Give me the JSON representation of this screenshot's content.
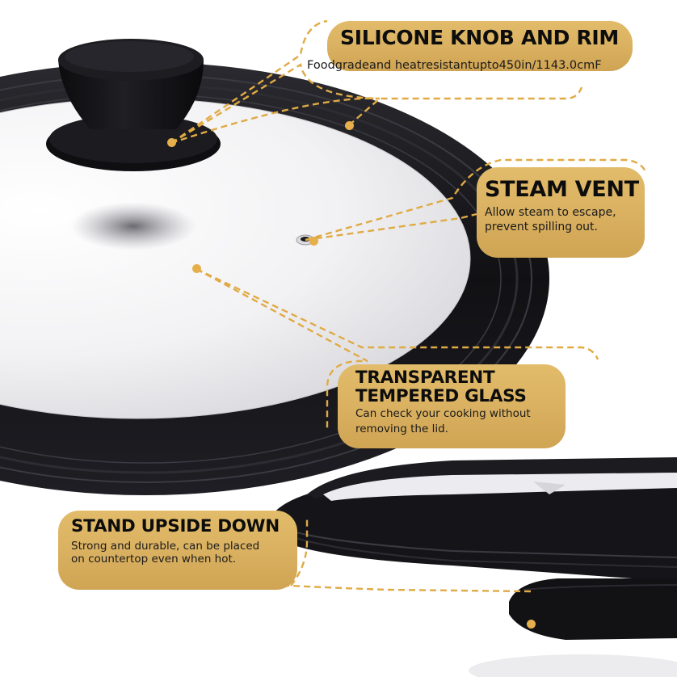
{
  "image": {
    "subject": "silicone-rim glass pot lid product infographic",
    "colors": {
      "callout_gold": "#d9b060",
      "connector_gold": "#e5b04c",
      "silicone_black": "#141418",
      "glass_white": "#f4f4f6",
      "background": "#ffffff"
    }
  },
  "callouts": [
    {
      "id": "knob",
      "title": "SILICONE KNOB AND RIM",
      "description": "Foodgradeand heatresistantupto450in/1143.0cmF"
    },
    {
      "id": "vent",
      "title": "STEAM VENT",
      "description_lines": [
        "Allow steam to escape,",
        "prevent spilling out."
      ]
    },
    {
      "id": "glass",
      "title_lines": [
        "TRANSPARENT",
        "TEMPERED GLASS"
      ],
      "description_lines": [
        "Can check your cooking without",
        "removing the lid."
      ]
    },
    {
      "id": "stand",
      "title": "STAND UPSIDE DOWN",
      "description_lines": [
        "Strong and durable, can be placed",
        "on countertop even when hot."
      ]
    }
  ]
}
